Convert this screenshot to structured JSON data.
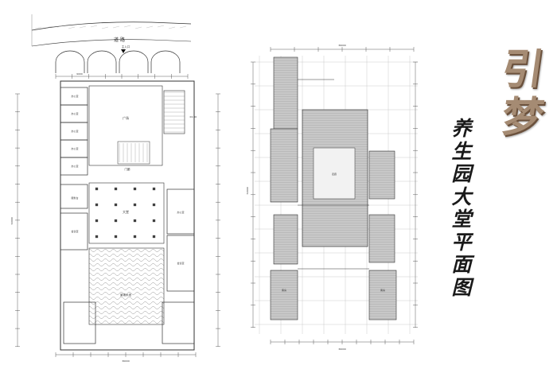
{
  "brand": {
    "chars": [
      "引",
      "梦"
    ]
  },
  "title": {
    "chars": [
      "养",
      "生",
      "园",
      "大",
      "堂",
      "平",
      "面",
      "图"
    ]
  },
  "plan_left": {
    "road_label": "道 路",
    "entrance_label": "主入口",
    "plaza_label": "广场",
    "gate_label": "门廊",
    "hall_label": "大堂",
    "pool_label": "景观水池",
    "office_label": "办公室",
    "meeting_label": "会议室",
    "service_label": "服务台",
    "top_dim": "9000",
    "bottom_dim": "36000",
    "left_dim": "72000",
    "elev_label": "±0.00"
  },
  "plan_right": {
    "top_dim": "36000",
    "bottom_dim": "36000",
    "left_dim": "72000",
    "room_label": "客房",
    "corridor_label": "走廊"
  },
  "colors": {
    "line": "#333333",
    "hatch": "#c8c8c8",
    "brand": "#a58b73"
  }
}
